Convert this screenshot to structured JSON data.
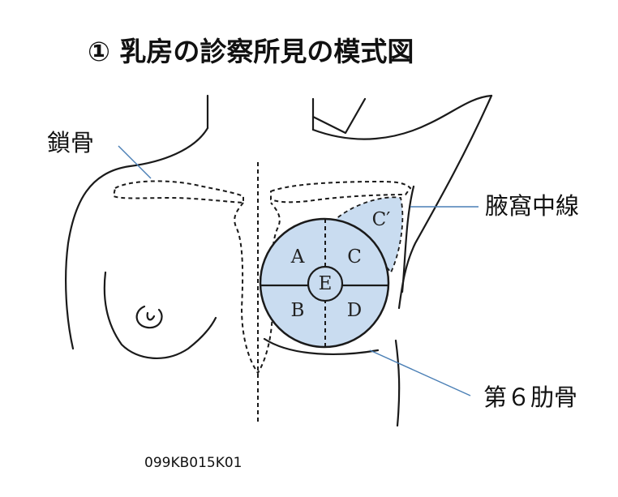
{
  "title": "① 乳房の診察所見の模式図",
  "labels": {
    "clavicle": "鎖骨",
    "axillary_line": "腋窩中線",
    "rib6": "第６肋骨"
  },
  "quadrants": {
    "a": "A",
    "b": "B",
    "c": "C",
    "d": "D",
    "e": "E",
    "c_prime": "C′"
  },
  "code": "099KB015K01",
  "colors": {
    "breast_fill": "#c9dcf0",
    "leader": "#4a7fb5",
    "ink": "#1a1a1a"
  }
}
